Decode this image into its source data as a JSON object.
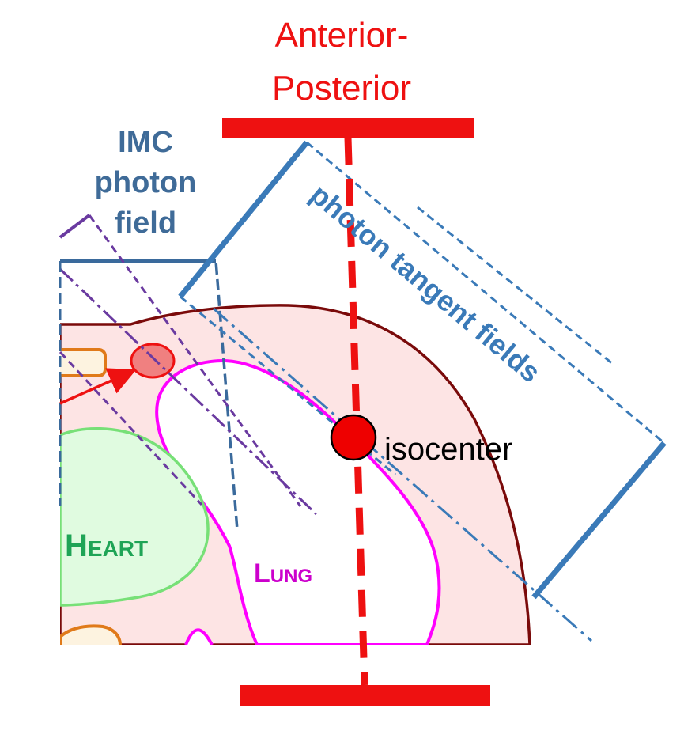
{
  "labels": {
    "anterior": "Anterior-",
    "posterior": "Posterior",
    "imc_line1": "IMC",
    "imc_line2": "photon",
    "imc_line3": "field",
    "tangent": "photon tangent fields",
    "isocenter": "isocenter",
    "heart": "Heart",
    "lung": "Lung"
  },
  "colors": {
    "beam_axis": "#ee1111",
    "chest_wall": "#7a0a0a",
    "tissue_fill": "#fde4e4",
    "lung_outline": "#ff00ff",
    "heart_fill": "#e0fbe0",
    "heart_outline": "#77e077",
    "field_blue": "#3a7ab8",
    "imc_purple": "#6a3aa0",
    "node_orange": "#e07a1a",
    "isocenter": "#ee0000"
  }
}
